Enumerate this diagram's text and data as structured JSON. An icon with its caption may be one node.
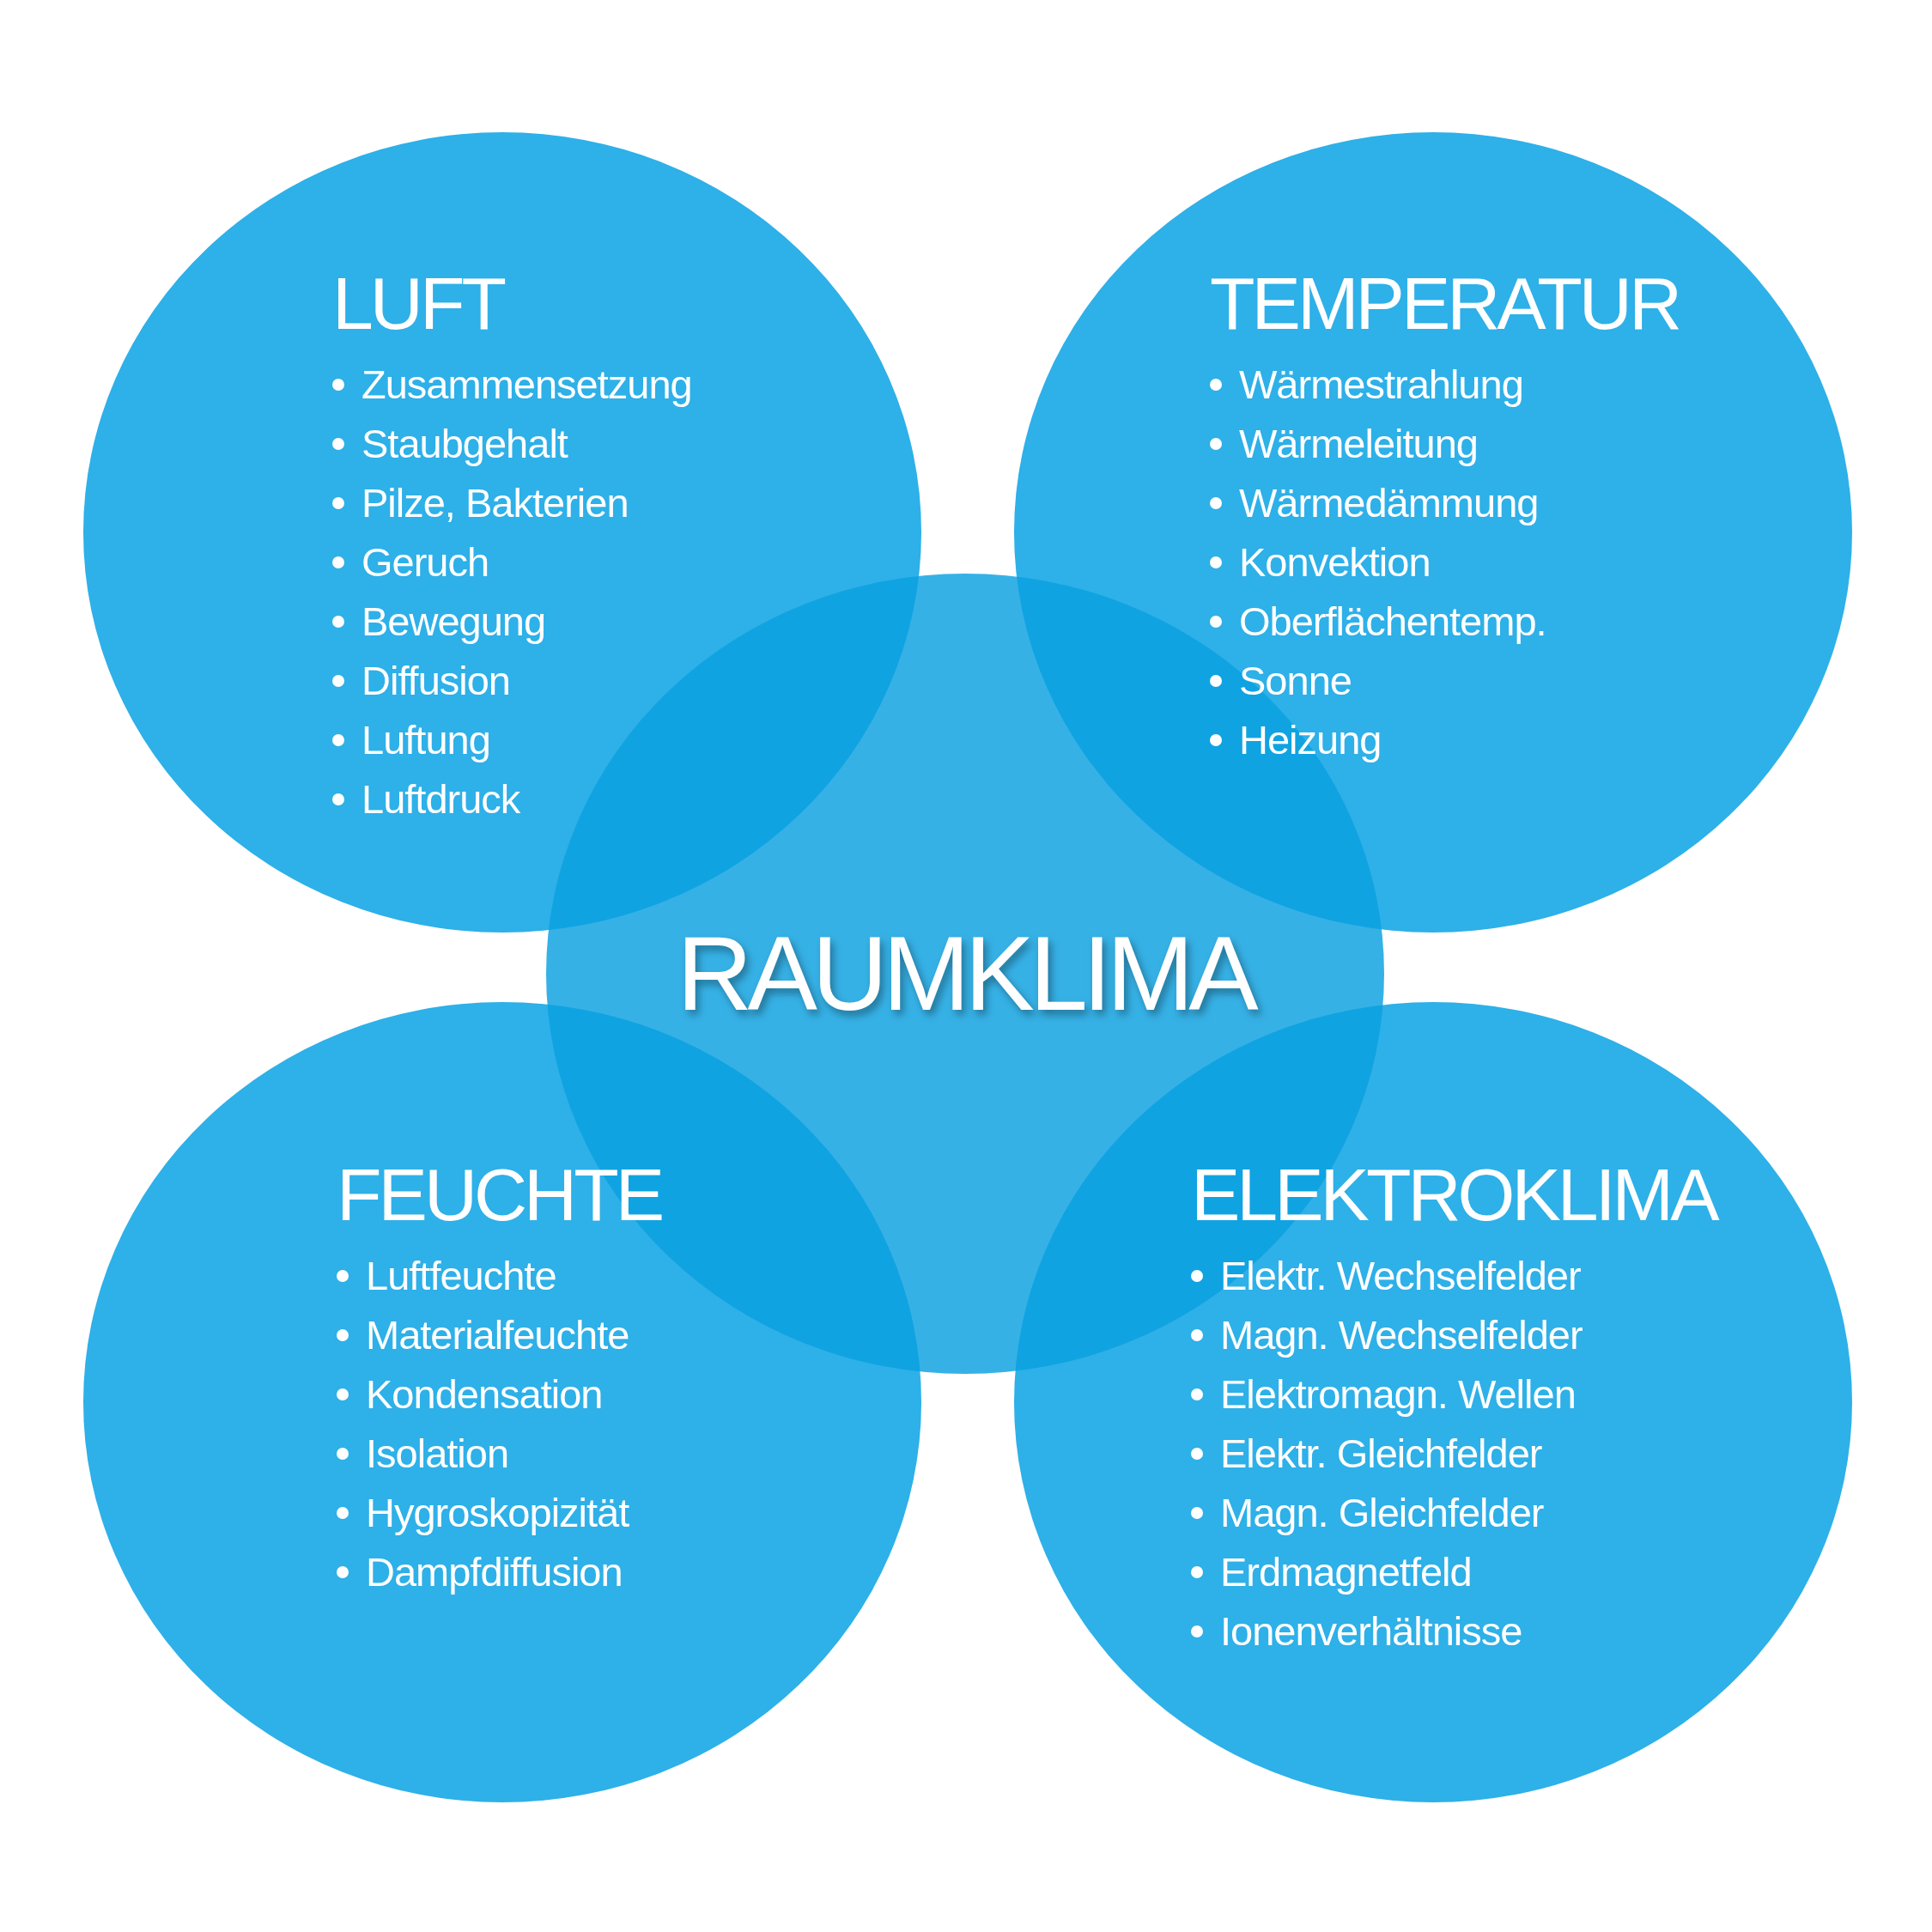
{
  "diagram": {
    "nodes": [
      {
        "text": [
          "LUFT",
          "Zusammensetzung",
          "Staubgehalt",
          "Pilze, Bakterien",
          "Geruch",
          "Bewegung",
          "Diffusion",
          "Luftung",
          "Luftdruck"
        ]
      },
      {
        "text": [
          "TEMPERATUR",
          "Wärmestrahlung",
          "Wärmeleitung",
          "Wärmedämmung",
          "Konvektion",
          "Oberflächentemp.",
          "Sonne",
          "Heizung"
        ]
      },
      {
        "text": [
          "RAUMKLIMA"
        ]
      },
      {
        "text": [
          "FEUCHTE",
          "Luftfeuchte",
          "Materialfeuchte",
          "Kondensation",
          "Isolation",
          "Hygroskopizität",
          "Dampfdiffusion"
        ]
      },
      {
        "text": [
          "ELEKTROKLIMA",
          "Elektr. Wechselfelder",
          "Magn. Wechselfelder",
          "Elektromagn. Wellen",
          "Elektr. Gleichfelder",
          "Magn. Gleichfelder",
          "Erdmagnetfeld",
          "Ionenverhältnisse"
        ]
      }
    ]
  }
}
